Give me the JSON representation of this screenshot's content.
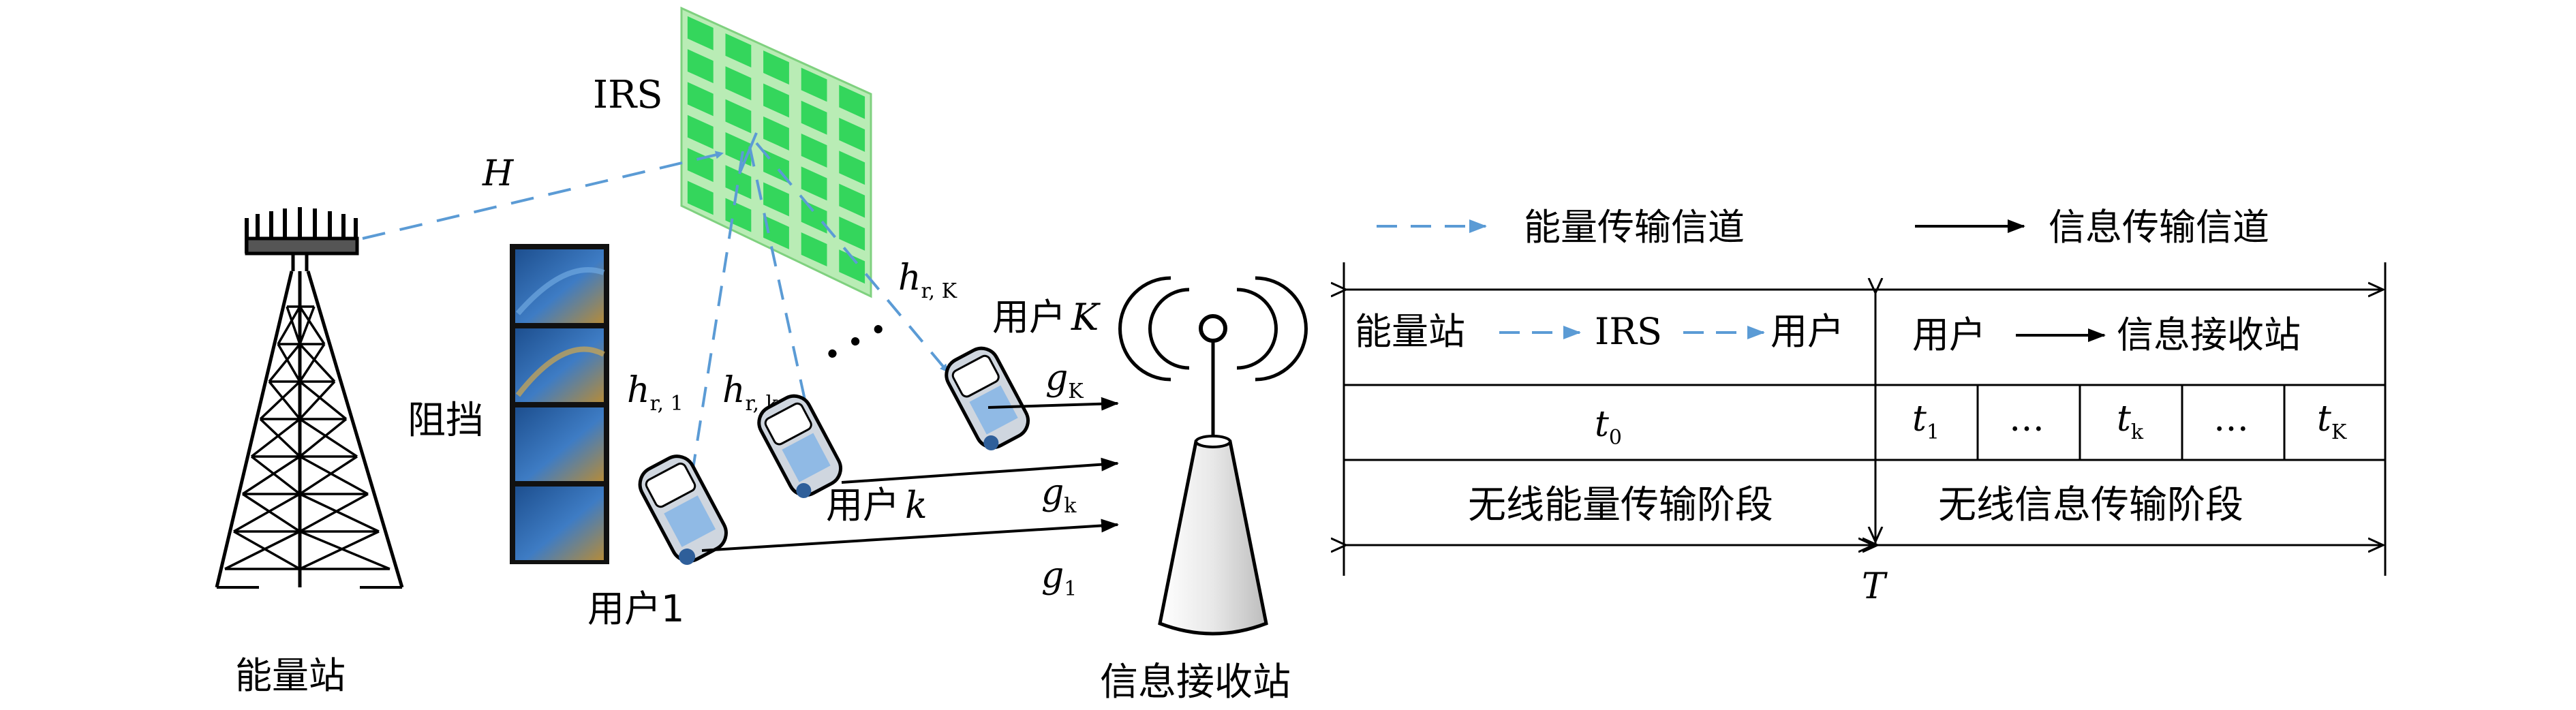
{
  "scene": {
    "energy_station": "能量站",
    "irs": "IRS",
    "blocking": "阻挡",
    "receiver_station": "信息接收站",
    "user_1": "用户1",
    "user_k": "用户",
    "user_K": "用户",
    "k_sym": "k",
    "K_sym": "K",
    "channel_H": "H",
    "h_main": "h",
    "h_r1_sub": "r, 1",
    "h_rk_sub": "r, k",
    "h_rK_sub": "r, K",
    "g_main": "g",
    "g1_sub": "1",
    "gk_sub": "k",
    "gK_sub": "K",
    "ellipsis": "• • •"
  },
  "legend": {
    "energy_channel": "能量传输信道",
    "info_channel": "信息传输信道"
  },
  "timeline": {
    "left_header_a": "能量站",
    "left_header_b": "IRS",
    "left_header_c": "用户",
    "right_header_a": "用户",
    "right_header_b": "信息接收站",
    "t_main": "t",
    "t0_sub": "0",
    "t1_sub": "1",
    "tk_sub": "k",
    "tK_sub": "K",
    "dots": "…",
    "left_phase": "无线能量传输阶段",
    "right_phase": "无线信息传输阶段",
    "period": "T"
  },
  "colors": {
    "energy_arrow": "#5b9bd5",
    "irs_face": "#3ddc6a",
    "irs_frame": "#9be59f"
  }
}
